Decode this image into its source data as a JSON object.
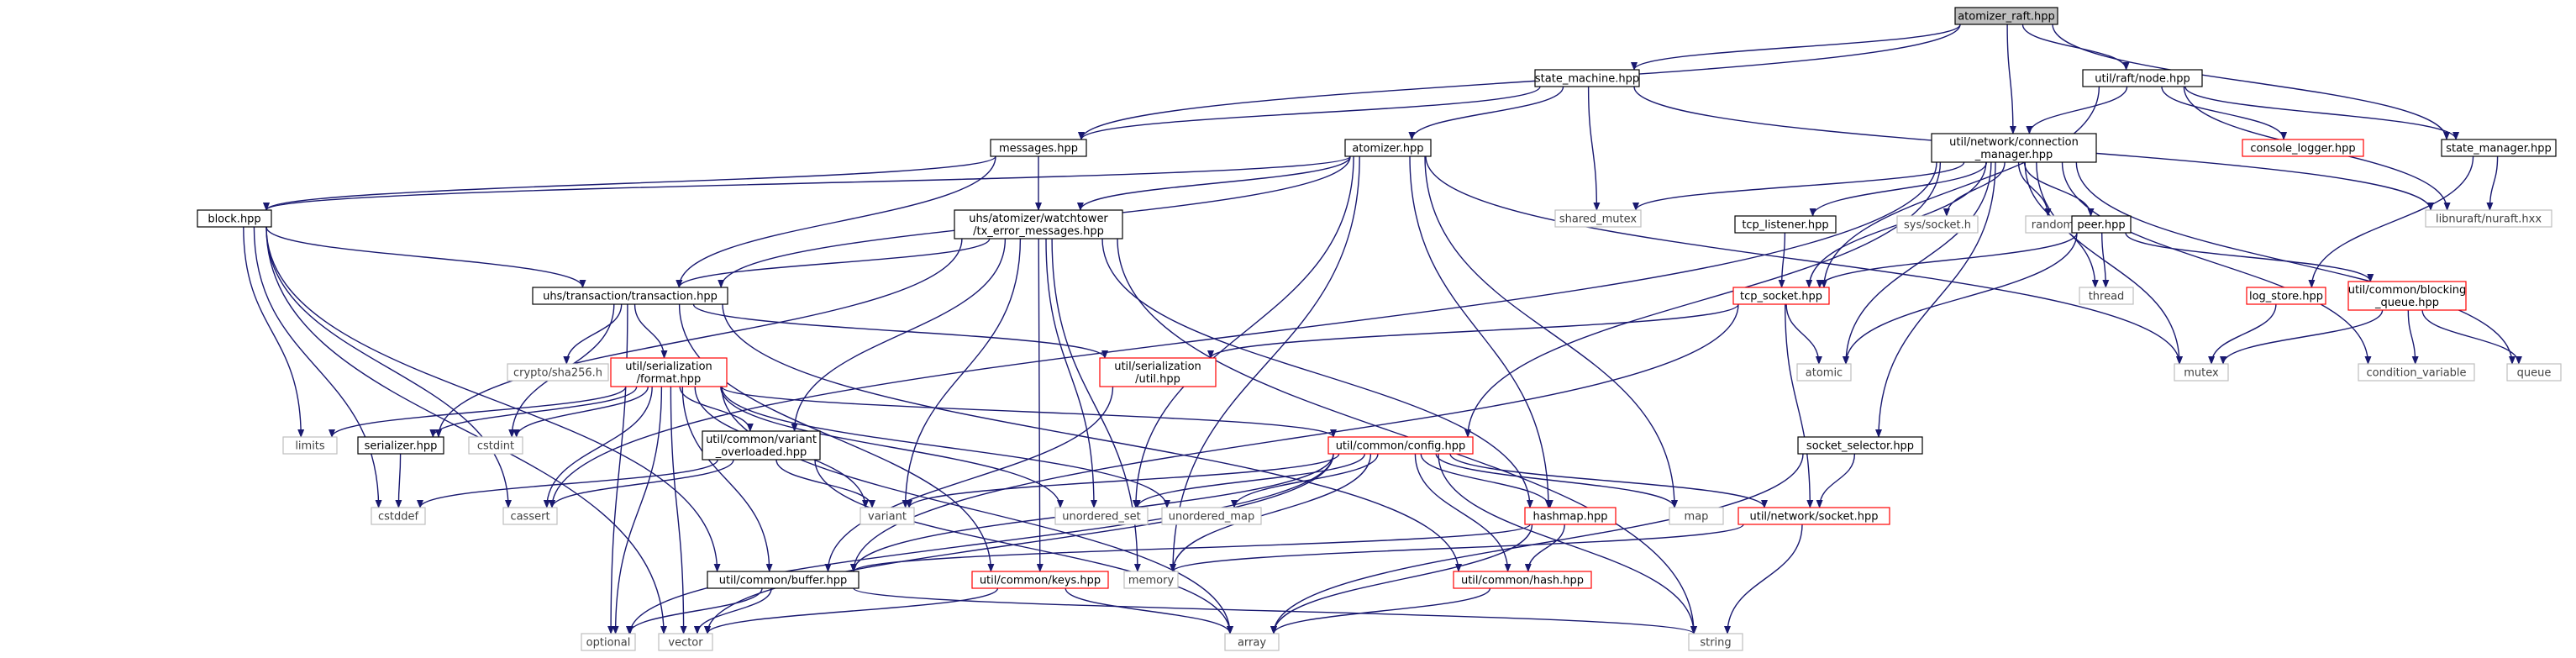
{
  "colors": {
    "edge": "#191970",
    "border_normal": "#000000",
    "border_incomplete": "#ff0000",
    "border_system": "#bfbfbf",
    "fill_root": "#bfbfbf",
    "fill_default": "#ffffff",
    "text_default": "#000000",
    "text_system": "#404040"
  },
  "nodes": [
    {
      "id": "atomizer_raft",
      "label": "atomizer_raft.hpp",
      "kind": "root"
    },
    {
      "id": "state_machine",
      "label": "state_machine.hpp",
      "kind": "normal"
    },
    {
      "id": "raft_node",
      "label": "util/raft/node.hpp",
      "kind": "normal"
    },
    {
      "id": "messages",
      "label": "messages.hpp",
      "kind": "normal"
    },
    {
      "id": "atomizer",
      "label": "atomizer.hpp",
      "kind": "normal"
    },
    {
      "id": "shared_mutex",
      "label": "shared_mutex",
      "kind": "system"
    },
    {
      "id": "conn_mgr",
      "label": [
        "util/network/connection",
        "_manager.hpp"
      ],
      "kind": "normal"
    },
    {
      "id": "console_logger",
      "label": "console_logger.hpp",
      "kind": "incomplete"
    },
    {
      "id": "state_manager",
      "label": "state_manager.hpp",
      "kind": "normal"
    },
    {
      "id": "libnuraft",
      "label": "libnuraft/nuraft.hxx",
      "kind": "system"
    },
    {
      "id": "block",
      "label": "block.hpp",
      "kind": "normal"
    },
    {
      "id": "tx_err",
      "label": [
        "uhs/atomizer/watchtower",
        "/tx_error_messages.hpp"
      ],
      "kind": "normal"
    },
    {
      "id": "tcp_listener",
      "label": "tcp_listener.hpp",
      "kind": "normal"
    },
    {
      "id": "sys_socket",
      "label": "sys/socket.h",
      "kind": "system"
    },
    {
      "id": "random",
      "label": "random",
      "kind": "system"
    },
    {
      "id": "peer",
      "label": "peer.hpp",
      "kind": "normal"
    },
    {
      "id": "transaction",
      "label": "uhs/transaction/transaction.hpp",
      "kind": "normal"
    },
    {
      "id": "tcp_socket",
      "label": "tcp_socket.hpp",
      "kind": "incomplete"
    },
    {
      "id": "thread",
      "label": "thread",
      "kind": "system"
    },
    {
      "id": "log_store",
      "label": "log_store.hpp",
      "kind": "incomplete"
    },
    {
      "id": "blocking_queue",
      "label": [
        "util/common/blocking",
        "_queue.hpp"
      ],
      "kind": "incomplete"
    },
    {
      "id": "crypto",
      "label": "crypto/sha256.h",
      "kind": "system"
    },
    {
      "id": "ser_format",
      "label": [
        "util/serialization",
        "/format.hpp"
      ],
      "kind": "incomplete"
    },
    {
      "id": "ser_util",
      "label": [
        "util/serialization",
        "/util.hpp"
      ],
      "kind": "incomplete"
    },
    {
      "id": "atomic",
      "label": "atomic",
      "kind": "system"
    },
    {
      "id": "mutex",
      "label": "mutex",
      "kind": "system"
    },
    {
      "id": "cond_var",
      "label": "condition_variable",
      "kind": "system"
    },
    {
      "id": "queue",
      "label": "queue",
      "kind": "system"
    },
    {
      "id": "limits",
      "label": "limits",
      "kind": "system"
    },
    {
      "id": "serializer",
      "label": "serializer.hpp",
      "kind": "normal"
    },
    {
      "id": "cstdint",
      "label": "cstdint",
      "kind": "system"
    },
    {
      "id": "variant_ol",
      "label": [
        "util/common/variant",
        "_overloaded.hpp"
      ],
      "kind": "normal"
    },
    {
      "id": "config",
      "label": "util/common/config.hpp",
      "kind": "incomplete"
    },
    {
      "id": "socket_selector",
      "label": "socket_selector.hpp",
      "kind": "normal"
    },
    {
      "id": "cstddef",
      "label": "cstddef",
      "kind": "system"
    },
    {
      "id": "cassert",
      "label": "cassert",
      "kind": "system"
    },
    {
      "id": "variant",
      "label": "variant",
      "kind": "system"
    },
    {
      "id": "unordered_set",
      "label": "unordered_set",
      "kind": "system"
    },
    {
      "id": "unordered_map",
      "label": "unordered_map",
      "kind": "system"
    },
    {
      "id": "hashmap",
      "label": "hashmap.hpp",
      "kind": "incomplete"
    },
    {
      "id": "map",
      "label": "map",
      "kind": "system"
    },
    {
      "id": "net_socket",
      "label": "util/network/socket.hpp",
      "kind": "incomplete"
    },
    {
      "id": "buffer",
      "label": "util/common/buffer.hpp",
      "kind": "normal"
    },
    {
      "id": "keys",
      "label": "util/common/keys.hpp",
      "kind": "incomplete"
    },
    {
      "id": "memory",
      "label": "memory",
      "kind": "system"
    },
    {
      "id": "hash",
      "label": "util/common/hash.hpp",
      "kind": "incomplete"
    },
    {
      "id": "optional",
      "label": "optional",
      "kind": "system"
    },
    {
      "id": "vector",
      "label": "vector",
      "kind": "system"
    },
    {
      "id": "array",
      "label": "array",
      "kind": "system"
    },
    {
      "id": "string",
      "label": "string",
      "kind": "system"
    }
  ],
  "edges": [
    [
      "atomizer_raft",
      "state_machine"
    ],
    [
      "atomizer_raft",
      "raft_node"
    ],
    [
      "atomizer_raft",
      "conn_mgr"
    ],
    [
      "atomizer_raft",
      "state_manager"
    ],
    [
      "atomizer_raft",
      "messages"
    ],
    [
      "state_machine",
      "messages"
    ],
    [
      "state_machine",
      "atomizer"
    ],
    [
      "state_machine",
      "shared_mutex"
    ],
    [
      "state_machine",
      "libnuraft"
    ],
    [
      "raft_node",
      "conn_mgr"
    ],
    [
      "raft_node",
      "console_logger"
    ],
    [
      "raft_node",
      "state_manager"
    ],
    [
      "raft_node",
      "libnuraft"
    ],
    [
      "raft_node",
      "tcp_socket"
    ],
    [
      "state_manager",
      "libnuraft"
    ],
    [
      "state_manager",
      "log_store"
    ],
    [
      "messages",
      "block"
    ],
    [
      "messages",
      "tx_err"
    ],
    [
      "messages",
      "transaction"
    ],
    [
      "atomizer",
      "block"
    ],
    [
      "atomizer",
      "tx_err"
    ],
    [
      "atomizer",
      "transaction"
    ],
    [
      "atomizer",
      "hashmap"
    ],
    [
      "atomizer",
      "map"
    ],
    [
      "atomizer",
      "unordered_set"
    ],
    [
      "atomizer",
      "memory"
    ],
    [
      "atomizer",
      "mutex"
    ],
    [
      "conn_mgr",
      "shared_mutex"
    ],
    [
      "conn_mgr",
      "tcp_listener"
    ],
    [
      "conn_mgr",
      "sys_socket"
    ],
    [
      "conn_mgr",
      "random"
    ],
    [
      "conn_mgr",
      "peer"
    ],
    [
      "conn_mgr",
      "socket_selector"
    ],
    [
      "conn_mgr",
      "tcp_socket"
    ],
    [
      "conn_mgr",
      "atomic"
    ],
    [
      "conn_mgr",
      "thread"
    ],
    [
      "conn_mgr",
      "mutex"
    ],
    [
      "conn_mgr",
      "cond_var"
    ],
    [
      "conn_mgr",
      "queue"
    ],
    [
      "conn_mgr",
      "config"
    ],
    [
      "conn_mgr",
      "cassert"
    ],
    [
      "block",
      "transaction"
    ],
    [
      "block",
      "limits"
    ],
    [
      "block",
      "cstddef"
    ],
    [
      "block",
      "cassert"
    ],
    [
      "block",
      "buffer"
    ],
    [
      "block",
      "vector"
    ],
    [
      "tx_err",
      "transaction"
    ],
    [
      "tx_err",
      "variant_ol"
    ],
    [
      "tx_err",
      "variant"
    ],
    [
      "tx_err",
      "unordered_set"
    ],
    [
      "tx_err",
      "hashmap"
    ],
    [
      "tx_err",
      "keys"
    ],
    [
      "tx_err",
      "serializer"
    ],
    [
      "tx_err",
      "string"
    ],
    [
      "tx_err",
      "memory"
    ],
    [
      "tcp_listener",
      "tcp_socket"
    ],
    [
      "peer",
      "tcp_socket"
    ],
    [
      "peer",
      "atomic"
    ],
    [
      "peer",
      "thread"
    ],
    [
      "peer",
      "blocking_queue"
    ],
    [
      "tcp_socket",
      "ser_util"
    ],
    [
      "tcp_socket",
      "net_socket"
    ],
    [
      "tcp_socket",
      "atomic"
    ],
    [
      "tcp_socket",
      "buffer"
    ],
    [
      "log_store",
      "mutex"
    ],
    [
      "blocking_queue",
      "mutex"
    ],
    [
      "blocking_queue",
      "cond_var"
    ],
    [
      "blocking_queue",
      "queue"
    ],
    [
      "transaction",
      "crypto"
    ],
    [
      "transaction",
      "ser_format"
    ],
    [
      "transaction",
      "ser_util"
    ],
    [
      "transaction",
      "hash"
    ],
    [
      "transaction",
      "keys"
    ],
    [
      "transaction",
      "cstdint"
    ],
    [
      "transaction",
      "optional"
    ],
    [
      "ser_format",
      "limits"
    ],
    [
      "ser_format",
      "serializer"
    ],
    [
      "ser_format",
      "cstdint"
    ],
    [
      "ser_format",
      "variant_ol"
    ],
    [
      "ser_format",
      "cassert"
    ],
    [
      "ser_format",
      "buffer"
    ],
    [
      "ser_format",
      "optional"
    ],
    [
      "ser_format",
      "vector"
    ],
    [
      "ser_format",
      "variant"
    ],
    [
      "ser_format",
      "unordered_set"
    ],
    [
      "ser_format",
      "unordered_map"
    ],
    [
      "ser_format",
      "array"
    ],
    [
      "ser_format",
      "config"
    ],
    [
      "ser_util",
      "buffer"
    ],
    [
      "serializer",
      "cstddef"
    ],
    [
      "variant_ol",
      "cstddef"
    ],
    [
      "variant_ol",
      "cassert"
    ],
    [
      "variant_ol",
      "variant"
    ],
    [
      "variant_ol",
      "array"
    ],
    [
      "config",
      "variant"
    ],
    [
      "config",
      "unordered_set"
    ],
    [
      "config",
      "unordered_map"
    ],
    [
      "config",
      "hashmap"
    ],
    [
      "config",
      "map"
    ],
    [
      "config",
      "net_socket"
    ],
    [
      "config",
      "hash"
    ],
    [
      "config",
      "buffer"
    ],
    [
      "config",
      "string"
    ],
    [
      "config",
      "optional"
    ],
    [
      "config",
      "vector"
    ],
    [
      "config",
      "memory"
    ],
    [
      "socket_selector",
      "net_socket"
    ],
    [
      "socket_selector",
      "array"
    ],
    [
      "hashmap",
      "buffer"
    ],
    [
      "hashmap",
      "hash"
    ],
    [
      "hashmap",
      "array"
    ],
    [
      "net_socket",
      "memory"
    ],
    [
      "net_socket",
      "string"
    ],
    [
      "buffer",
      "optional"
    ],
    [
      "buffer",
      "vector"
    ],
    [
      "buffer",
      "string"
    ],
    [
      "keys",
      "array"
    ],
    [
      "keys",
      "vector"
    ],
    [
      "hash",
      "array"
    ]
  ]
}
